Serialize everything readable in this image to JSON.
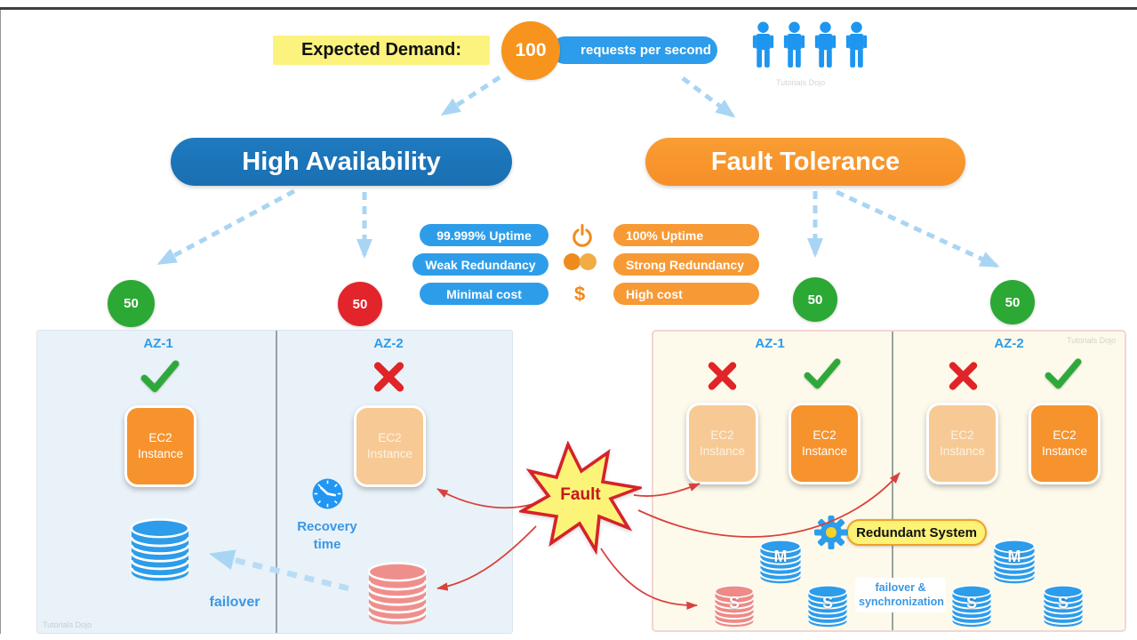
{
  "header": {
    "demand_label": "Expected Demand:",
    "demand_value": "100",
    "demand_unit": "requests per second"
  },
  "watermark": "Tutorials Dojo",
  "branches": {
    "ha": {
      "title": "High Availability"
    },
    "ft": {
      "title": "Fault Tolerance"
    }
  },
  "loads": {
    "ha_az1": "50",
    "ha_az2": "50",
    "ft_az1": "50",
    "ft_az2": "50"
  },
  "comparison": {
    "ha": [
      "99.999% Uptime",
      "Weak Redundancy",
      "Minimal cost"
    ],
    "ft": [
      "100% Uptime",
      "Strong Redundancy",
      "High cost"
    ],
    "dollar": "$"
  },
  "fault": {
    "label": "Fault"
  },
  "ha_panel": {
    "az1_label": "AZ-1",
    "az2_label": "AZ-2",
    "ec2_line1": "EC2",
    "ec2_line2": "Instance",
    "recovery_line1": "Recovery",
    "recovery_line2": "time",
    "failover_label": "failover"
  },
  "ft_panel": {
    "az1_label": "AZ-1",
    "az2_label": "AZ-2",
    "ec2_line1": "EC2",
    "ec2_line2": "Instance",
    "redundant_label": "Redundant System",
    "sync_line1": "failover &",
    "sync_line2": "synchronization",
    "master_label": "M",
    "replica_label": "S"
  },
  "colors": {
    "blue": "#2d9cea",
    "dark_blue": "#1b73b8",
    "orange": "#f7941d",
    "green": "#2ca834",
    "red": "#e2252b",
    "yellow": "#fbf276"
  }
}
